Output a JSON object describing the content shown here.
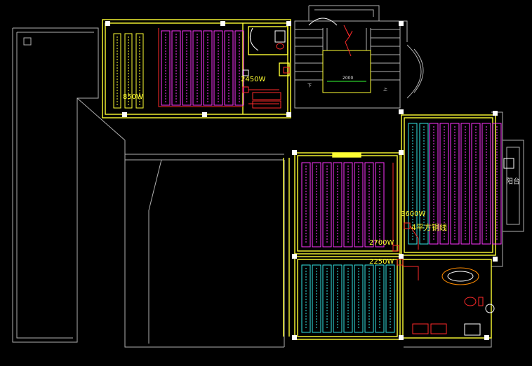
{
  "labels": {
    "w850": "850W",
    "w2450": "2450W",
    "w3600": "3600W",
    "copper": "4平方铜线",
    "w2700": "2700W",
    "w2250": "2250W",
    "dim2000": "2000",
    "stair_up": "上",
    "stair_down": "下",
    "balcony": "阳台"
  },
  "colors": {
    "yellow": "#ffff33",
    "magenta": "#ff33ff",
    "cyan": "#33e6e6",
    "red": "#ff2a2a",
    "grey": "#b0b0b0",
    "white": "#ffffff",
    "green": "#33ff33"
  },
  "panels": {
    "room_a_magenta": 8,
    "room_a_yellow": 3,
    "room_b_magenta": 8,
    "room_c_magenta": 7,
    "room_c_cyan": 2,
    "room_d_cyan": 9
  }
}
